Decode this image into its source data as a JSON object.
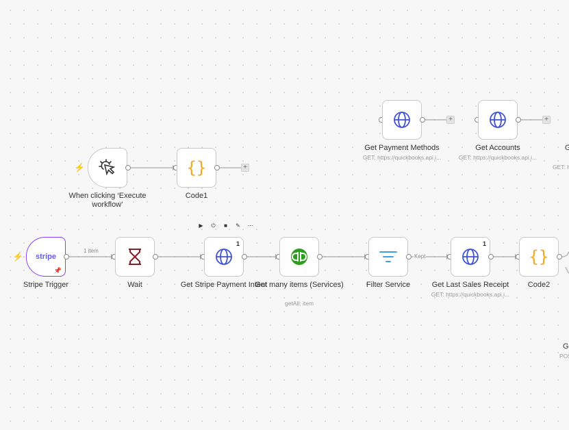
{
  "nodes": {
    "when_clicking": {
      "label": "When clicking ‘Execute workflow’"
    },
    "code1": {
      "label": "Code1"
    },
    "get_payment_methods": {
      "label": "Get Payment Methods",
      "subtitle": "GET: https://quickbooks.api.i..."
    },
    "get_accounts": {
      "label": "Get Accounts",
      "subtitle": "GET: https://quickbooks.api.i..."
    },
    "partial_top_right": {
      "label": "G",
      "subtitle": "GET: h"
    },
    "stripe_trigger": {
      "label": "Stripe Trigger",
      "logo_text": "stripe"
    },
    "wait": {
      "label": "Wait"
    },
    "get_stripe_payment_intent": {
      "label": "Get Stripe Payment Intent",
      "count": "1"
    },
    "get_many_items": {
      "label": "Get many items (Services)",
      "subtitle": "getAll: item"
    },
    "filter_service": {
      "label": "Filter Service"
    },
    "get_last_sales_receipt": {
      "label": "Get Last Sales Receipt",
      "subtitle": "GET: https://quickbooks.api.i...",
      "count": "1"
    },
    "code2": {
      "label": "Code2"
    },
    "partial_bottom_right": {
      "label": "G",
      "subtitle": "POS"
    }
  },
  "edge_labels": {
    "stripe_to_wait": "1 item",
    "filter_kept": "Kept"
  },
  "colors": {
    "http_icon": "#3f51d9",
    "code_icon": "#f5a623",
    "trigger_bolt": "#ff6d3a",
    "stripe": "#635bff",
    "wait_icon": "#8b1a2b",
    "qb_green": "#2ca01c",
    "filter_icon": "#3aa0e8"
  }
}
